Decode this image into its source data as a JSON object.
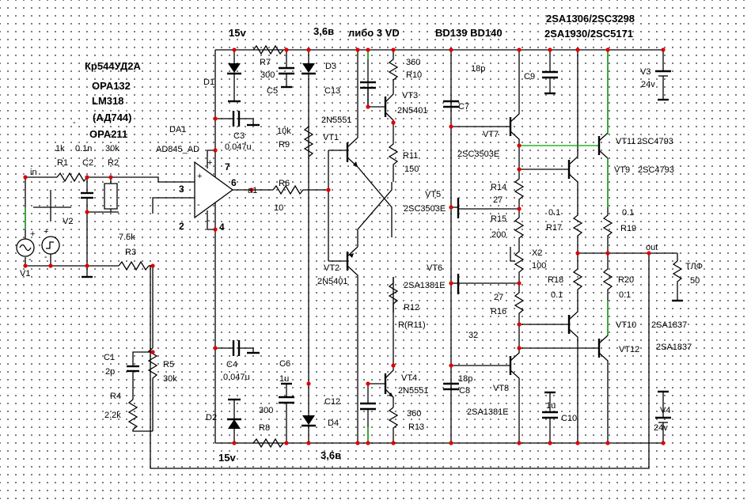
{
  "header": {
    "supply_pos": "15v",
    "supply_neg": "15v",
    "vref_top": "3,6в",
    "vref_bottom": "3,6в",
    "vd_note": "либо 3 VD",
    "driver_types": "BD139 BD140",
    "out_types_1": "2SA1306/2SC3298",
    "out_types_2": "2SA1930/2SC5171"
  },
  "opamp": {
    "alt1": "Кр544УД2А",
    "alt2": "OPA132",
    "alt3": "LM318",
    "alt4": "(АД744)",
    "alt5": "OPA211",
    "ref": "DA1",
    "part": "AD845_AD",
    "pin_in_pos": "3",
    "pin_in_neg": "2",
    "pin_out": "6",
    "pin_vpos": "7",
    "pin_vneg": "4",
    "plus": "+",
    "minus": "-"
  },
  "input": {
    "r1_val": "1k",
    "r1": "R1",
    "c2_val": "0.1n",
    "c2": "C2",
    "r2_val": "30k",
    "r2": "R2",
    "in_label": "in",
    "v1": "V1",
    "v2": "V2",
    "r3_val": "7.5k",
    "r3": "R3",
    "c1": "C1",
    "c1_val": "2p",
    "r4": "R4",
    "r4_val": "2.2k",
    "r5": "R5",
    "r5_val": "30k"
  },
  "power": {
    "d1": "D1",
    "d2": "D2",
    "d3": "D3",
    "d4": "D4",
    "r7": "R7",
    "r7_val": "300",
    "r8": "R8",
    "r8_val": "300",
    "c5": "C5",
    "c6": "C6",
    "c6_val": "1u",
    "c3": "C3",
    "c3_val": "0.047u",
    "c4": "C4",
    "c4_val": "0.047u",
    "c12": "C12",
    "c13": "C13"
  },
  "stage": {
    "a1": "a1",
    "r6": "R6",
    "r6_val": "10",
    "r9": "R9",
    "r9_val": "10k",
    "vt1": "VT1",
    "vt1_type": "2N5551",
    "vt2": "VT2",
    "vt2_type": "2N5401",
    "vt3": "VT3",
    "vt3_type": "2N5401",
    "vt4": "VT4",
    "vt4_type": "2N5551",
    "r10": "R10",
    "r10_val": "360",
    "r13": "R13",
    "r13_val": "360",
    "r11": "R11",
    "r11_val": "150",
    "r12": "R12",
    "r12_val": "R(R11)",
    "c7": "C7",
    "c7_val": "18p",
    "c8": "C8",
    "c8_val": "18p",
    "vt5": "VT5",
    "vt5_type": "2SC3503E",
    "vt6": "VT6",
    "vt6_type": "2SA1381E"
  },
  "output": {
    "vt7": "VT7",
    "vt7_type": "2SC3503E",
    "vt8": "VT8",
    "vt8_type": "2SA1381E",
    "vt9": "VT9",
    "vt9_type": "2SC4793",
    "vt11": "VT11",
    "vt11_type": "2SC4793",
    "vt10": "VT10",
    "vt10_type": "2SA1837",
    "vt12": "VT12",
    "vt12_type": "2SA1837",
    "r14": "R14",
    "r14_val": "27",
    "r15": "R15",
    "r15_val": "200",
    "r16": "R16",
    "r16_val": "27",
    "x2": "X2",
    "x2_val": "100",
    "r17": "R17",
    "r17_val": "0.1",
    "r18": "R18",
    "r18_val": "0.1",
    "r19": "R19",
    "r19_val": "0.1",
    "r20": "R20",
    "r20_val": "0.1",
    "c9": "C9",
    "c10": "C10",
    "c10_val": "1u",
    "v3": "V3",
    "v3_val": "24v",
    "v4": "V4",
    "v4_val": "24v",
    "out": "out",
    "load": "ТЛФ",
    "load_val": "50",
    "val_32": "32"
  },
  "colors": {
    "wire": "#000000",
    "node": "#e00000",
    "net": "#00a000",
    "grid": "#5a5a5a"
  }
}
